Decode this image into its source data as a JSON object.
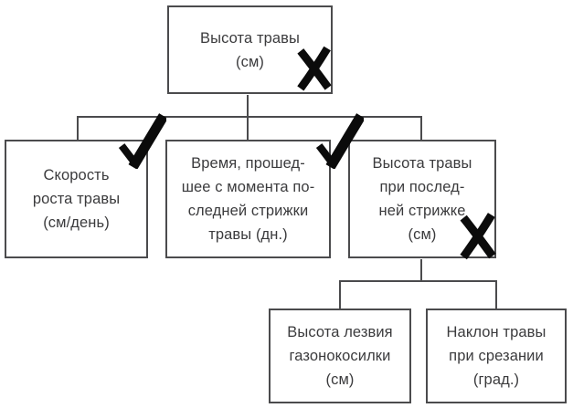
{
  "colors": {
    "line": "#4b4b4d",
    "text": "#3b3b3d",
    "mark": "#0b0b0b",
    "background": "#ffffff"
  },
  "diagram": {
    "type": "decision-tree",
    "language": "ru",
    "nodes": {
      "root": {
        "lines": [
          "Высота травы",
          "(см)"
        ],
        "text": "Высота травы (см)",
        "mark": "x"
      },
      "child1": {
        "lines": [
          "Скорость",
          "роста травы",
          "(см/день)"
        ],
        "text": "Скорость роста травы (см/день)",
        "mark": "check"
      },
      "child2": {
        "lines": [
          "Время, прошед-",
          "шее с момента по-",
          "следней стрижки",
          "травы (дн.)"
        ],
        "text": "Время, прошедшее с момента последней стрижки травы (дн.)",
        "mark": "check"
      },
      "child3": {
        "lines": [
          "Высота травы",
          "при послед-",
          "ней стрижке",
          "(см)"
        ],
        "text": "Высота травы при последней стрижке (см)",
        "mark": "x"
      },
      "grandchild1": {
        "lines": [
          "Высота лезвия",
          "газонокосилки",
          "(см)"
        ],
        "text": "Высота лезвия газонокосилки (см)",
        "mark": null
      },
      "grandchild2": {
        "lines": [
          "Наклон травы",
          "при срезании",
          "(град.)"
        ],
        "text": "Наклон травы при срезании (град.)",
        "mark": null
      }
    },
    "edges": [
      [
        "root",
        "child1"
      ],
      [
        "root",
        "child2"
      ],
      [
        "root",
        "child3"
      ],
      [
        "child3",
        "grandchild1"
      ],
      [
        "child3",
        "grandchild2"
      ]
    ]
  }
}
